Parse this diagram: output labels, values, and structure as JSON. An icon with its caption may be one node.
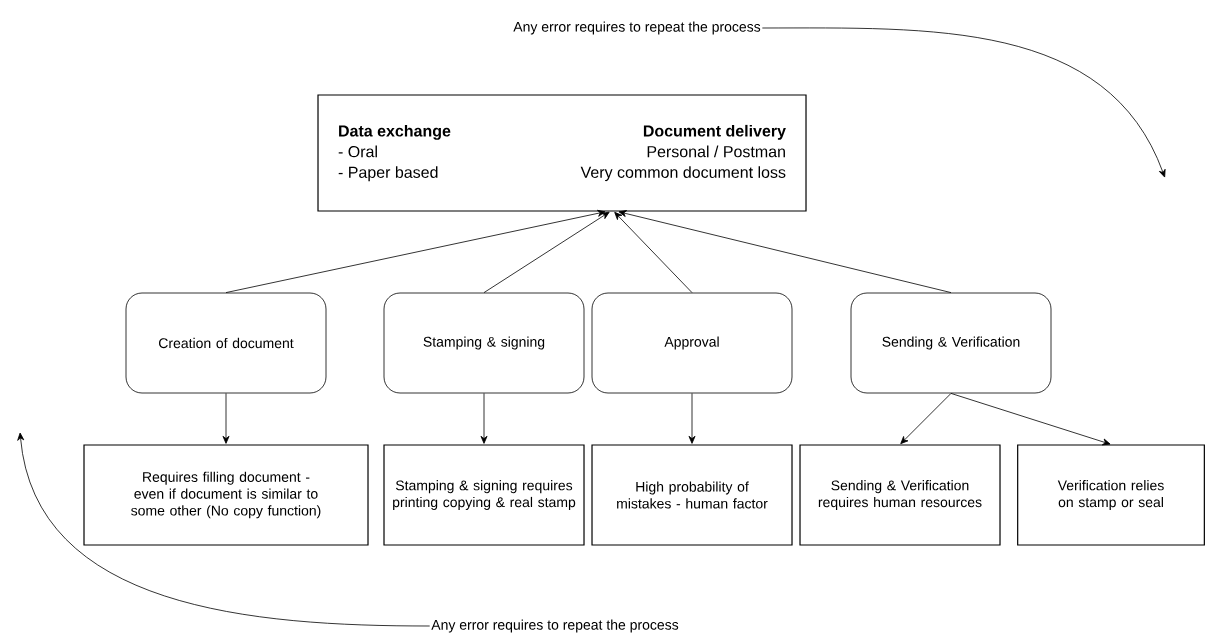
{
  "diagram": {
    "nodes": [
      {
        "text": [
          "Data exchange",
          "- Oral",
          "- Paper based",
          "Document delivery",
          "Personal / Postman",
          "Very common document loss"
        ]
      },
      {
        "text": [
          "Creation of document"
        ]
      },
      {
        "text": [
          "Stamping & signing"
        ]
      },
      {
        "text": [
          "Approval"
        ]
      },
      {
        "text": [
          "Sending & Verification"
        ]
      },
      {
        "text": [
          "Requires filling document - even if document is similar to some other (No copy function)"
        ]
      },
      {
        "text": [
          "Stamping & signing requires printing copying & real stamp"
        ]
      },
      {
        "text": [
          "High probability of mistakes - human factor"
        ]
      },
      {
        "text": [
          "Sending & Verification requires human resources"
        ]
      },
      {
        "text": [
          "Verification relies on stamp or seal"
        ]
      },
      {
        "text": [
          "Any error requires to repeat the process"
        ]
      },
      {
        "text": [
          "Any error requires to repeat the process"
        ]
      }
    ],
    "edges": [
      {
        "from": 1,
        "to": 0,
        "arrow": "to"
      },
      {
        "from": 2,
        "to": 0,
        "arrow": "to"
      },
      {
        "from": 3,
        "to": 0,
        "arrow": "to"
      },
      {
        "from": 4,
        "to": 0,
        "arrow": "to"
      },
      {
        "from": 1,
        "to": 5,
        "arrow": "to"
      },
      {
        "from": 2,
        "to": 6,
        "arrow": "to"
      },
      {
        "from": 3,
        "to": 7,
        "arrow": "to"
      },
      {
        "from": 4,
        "to": 8,
        "arrow": "to"
      },
      {
        "from": 4,
        "to": 9,
        "arrow": "to"
      },
      {
        "from": 10,
        "to": null,
        "arrow": "to"
      },
      {
        "from": 11,
        "to": null,
        "arrow": "to"
      }
    ]
  }
}
